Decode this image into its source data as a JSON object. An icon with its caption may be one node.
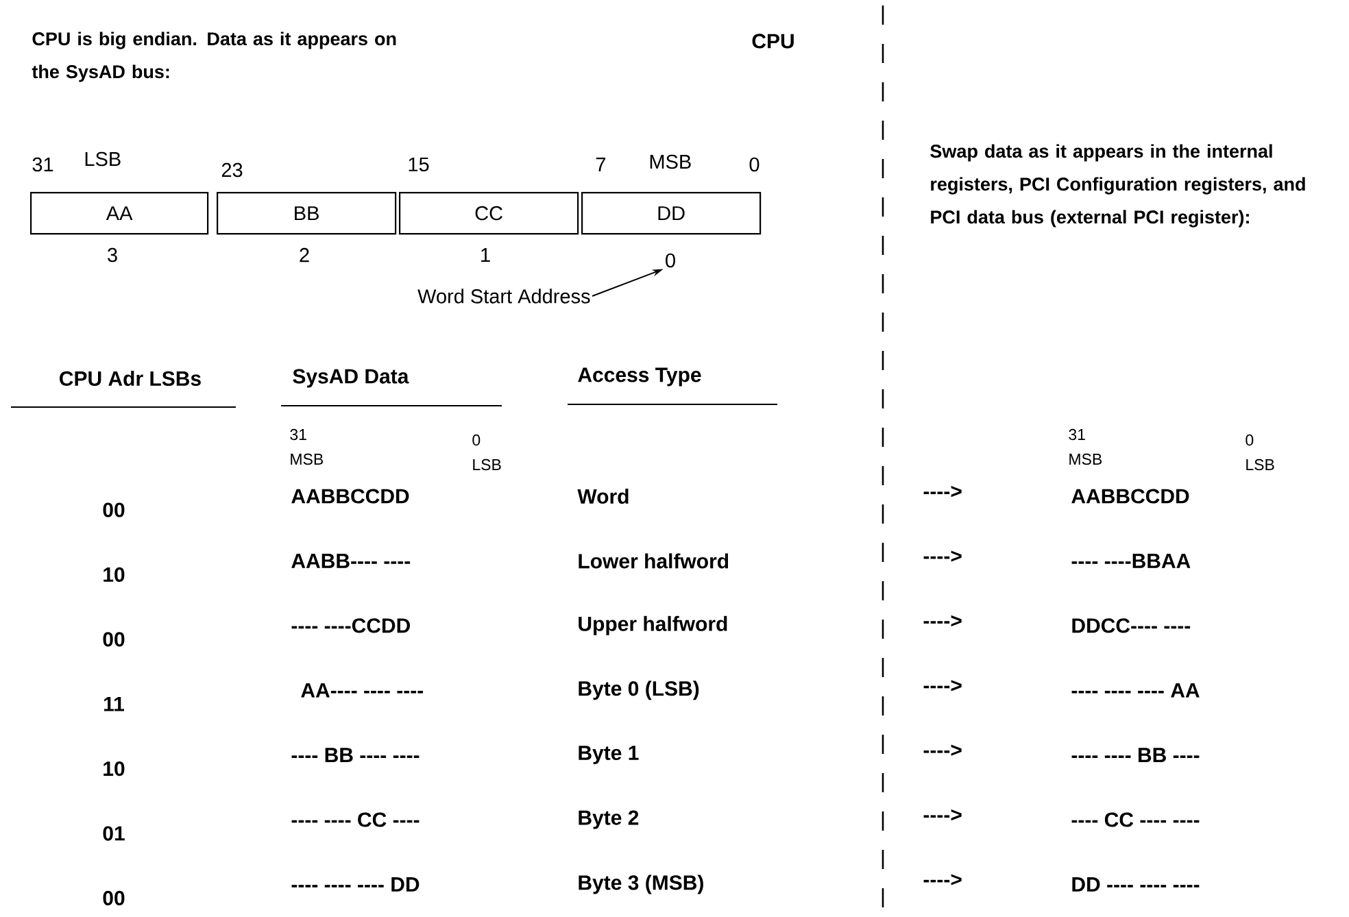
{
  "diagram": {
    "nodes": [
      {
        "text": [
          "AA"
        ]
      },
      {
        "text": [
          "BB"
        ]
      },
      {
        "text": [
          "CC"
        ]
      },
      {
        "text": [
          "DD"
        ]
      },
      {
        "text": [
          "0"
        ]
      },
      {
        "text": [
          "Word Start Address"
        ]
      }
    ],
    "edges": [
      {
        "from": 5,
        "to": 4,
        "arrow": "to"
      }
    ],
    "labels": [
      "CPU is big endian. Data as it appears on the SysAD bus:",
      "CPU",
      "Swap data as it appears in the internal registers, PCI Configuration registers, and PCI data bus (external PCI register):",
      "31",
      "LSB",
      "23",
      "15",
      "7",
      "MSB",
      "0",
      "3",
      "2",
      "1",
      "CPU Adr LSBs",
      "SysAD Data",
      "Access Type",
      "31",
      "MSB",
      "0",
      "LSB",
      "31",
      "MSB",
      "0",
      "LSB",
      "00",
      "AABBCCDD",
      "Word",
      "---->",
      "AABBCCDD",
      "10",
      "AABB---- ----",
      "Lower halfword",
      "---->",
      "---- ----BBAA",
      "00",
      "---- ----CCDD",
      "Upper halfword",
      "---->",
      "DDCC---- ----",
      "11",
      "AA---- ---- ----",
      "Byte 0 (LSB)",
      "---->",
      "---- ---- ---- AA",
      "10",
      "---- BB ---- ----",
      "Byte 1",
      "---->",
      "---- ---- BB ----",
      "01",
      "---- ---- CC ----",
      "Byte 2",
      "---->",
      "---- CC ---- ----",
      "00",
      "---- ---- ---- DD",
      "Byte 3 (MSB)",
      "---->",
      "DD ---- ---- ----"
    ]
  }
}
